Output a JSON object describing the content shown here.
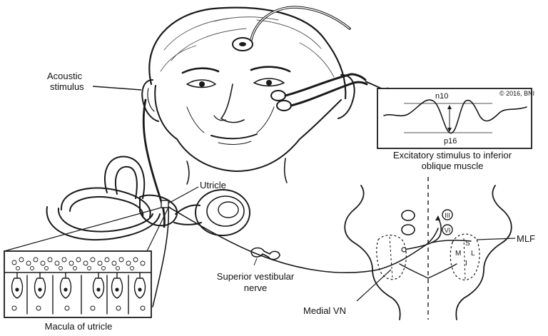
{
  "labels": {
    "acoustic_line1": "Acoustic",
    "acoustic_line2": "stimulus",
    "copyright": "© 2016, BNI",
    "n10": "n10",
    "p16": "p16",
    "excitatory_line1": "Excitatory stimulus to inferior",
    "excitatory_line2": "oblique muscle",
    "utricle": "Utricle",
    "superior_vestibular_line1": "Superior vestibular",
    "superior_vestibular_line2": "nerve",
    "medial_vn": "Medial VN",
    "macula": "Macula of utricle",
    "mlf": "MLF",
    "nucleus_III": "III",
    "nucleus_VI": "VI",
    "nucleus_S": "S",
    "nucleus_M": "M",
    "nucleus_L": "L",
    "nucleus_I": "I"
  },
  "colors": {
    "ink": "#1a1a1a",
    "background": "#ffffff"
  }
}
